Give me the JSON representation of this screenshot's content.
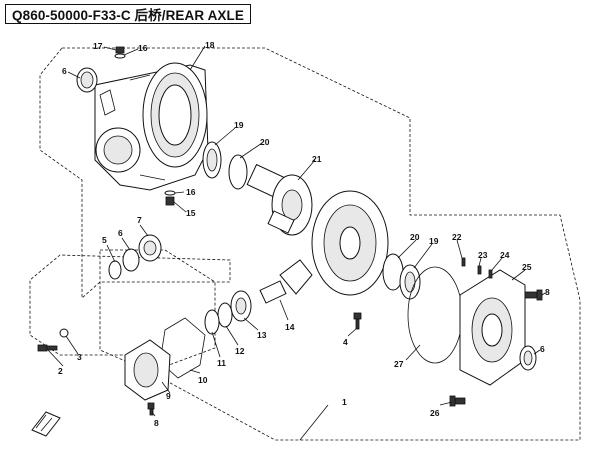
{
  "title": "Q860-50000-F33-C 后桥/REAR  AXLE",
  "callouts": [
    {
      "num": "1"
    },
    {
      "num": "2"
    },
    {
      "num": "3"
    },
    {
      "num": "4"
    },
    {
      "num": "5"
    },
    {
      "num": "6"
    },
    {
      "num": "6"
    },
    {
      "num": "6"
    },
    {
      "num": "7"
    },
    {
      "num": "8"
    },
    {
      "num": "8"
    },
    {
      "num": "9"
    },
    {
      "num": "10"
    },
    {
      "num": "11"
    },
    {
      "num": "12"
    },
    {
      "num": "13"
    },
    {
      "num": "14"
    },
    {
      "num": "15"
    },
    {
      "num": "16"
    },
    {
      "num": "16"
    },
    {
      "num": "17"
    },
    {
      "num": "18"
    },
    {
      "num": "19"
    },
    {
      "num": "19"
    },
    {
      "num": "20"
    },
    {
      "num": "20"
    },
    {
      "num": "21"
    },
    {
      "num": "22"
    },
    {
      "num": "23"
    },
    {
      "num": "24"
    },
    {
      "num": "25"
    },
    {
      "num": "26"
    },
    {
      "num": "27"
    }
  ]
}
